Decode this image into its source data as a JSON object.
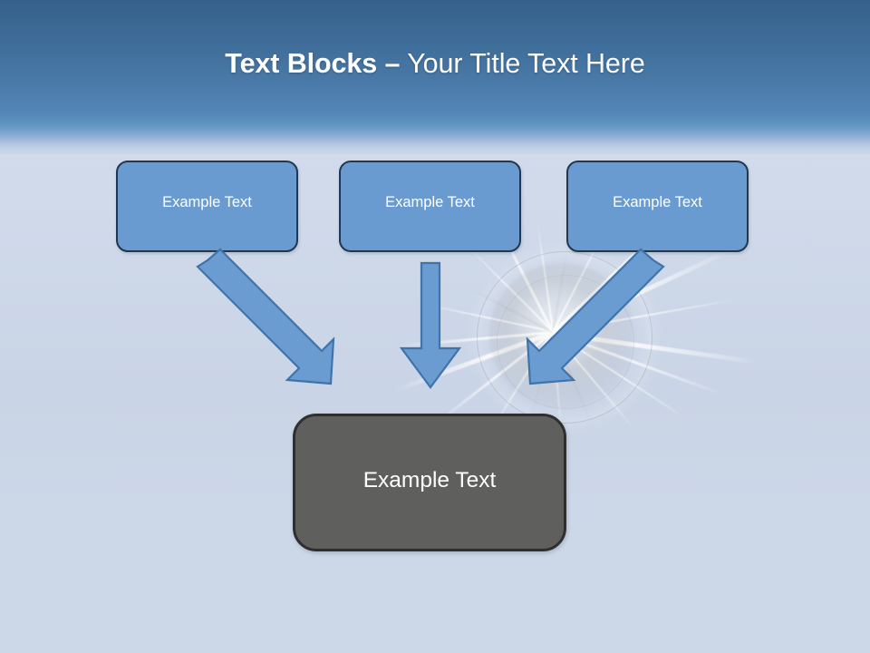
{
  "slide": {
    "title_strong": "Text Blocks –",
    "title_normal": " Your Title Text Here",
    "background_color": "#ccd7e8",
    "header_color_top": "#35608b",
    "header_color_bottom": "#5e92bf",
    "accent_color": "#6a9bd0",
    "accent_border_color": "#20374f",
    "result_color": "#5f5f5e",
    "result_border_color": "#2f2f2f",
    "arrow_fill": "#6a9bd1",
    "arrow_border": "#3f74ab",
    "background_graphic": "shattered-glass-burst"
  },
  "boxes": {
    "top": [
      {
        "id": "box1",
        "label": "Example Text"
      },
      {
        "id": "box2",
        "label": "Example Text"
      },
      {
        "id": "box3",
        "label": "Example Text"
      }
    ],
    "result": {
      "id": "box-result",
      "label": "Example Text"
    }
  },
  "arrows": [
    {
      "id": "arrow-left",
      "direction": "down-right",
      "from": "box1",
      "to": "box-result"
    },
    {
      "id": "arrow-middle",
      "direction": "down",
      "from": "box2",
      "to": "box-result"
    },
    {
      "id": "arrow-right",
      "direction": "down-left",
      "from": "box3",
      "to": "box-result"
    }
  ]
}
